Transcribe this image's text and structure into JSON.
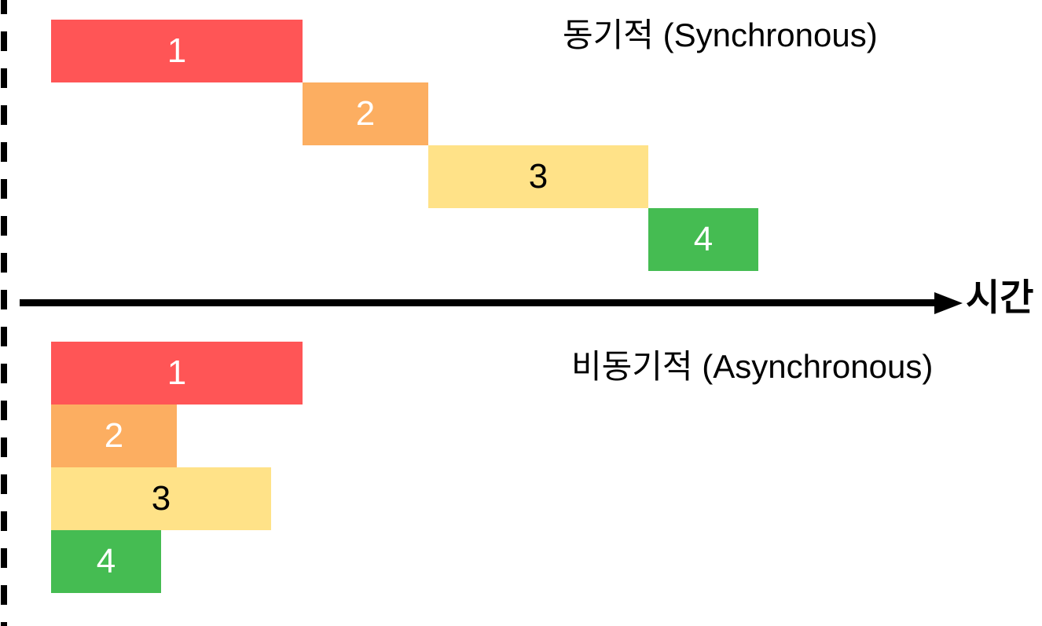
{
  "sync": {
    "title": "동기적 (Synchronous)",
    "tasks": [
      {
        "label": "1",
        "color": "#FF5556",
        "text_color": "#FFFFFF",
        "start": 0,
        "duration": 320
      },
      {
        "label": "2",
        "color": "#FCAE61",
        "text_color": "#FFFFFF",
        "start": 320,
        "duration": 160
      },
      {
        "label": "3",
        "color": "#FFE288",
        "text_color": "#000000",
        "start": 480,
        "duration": 280
      },
      {
        "label": "4",
        "color": "#45BC52",
        "text_color": "#FFFFFF",
        "start": 760,
        "duration": 140
      }
    ]
  },
  "async": {
    "title": "비동기적 (Asynchronous)",
    "tasks": [
      {
        "label": "1",
        "color": "#FF5556",
        "text_color": "#FFFFFF",
        "start": 0,
        "duration": 320
      },
      {
        "label": "2",
        "color": "#FCAE61",
        "text_color": "#FFFFFF",
        "start": 0,
        "duration": 160
      },
      {
        "label": "3",
        "color": "#FFE288",
        "text_color": "#000000",
        "start": 0,
        "duration": 280
      },
      {
        "label": "4",
        "color": "#45BC52",
        "text_color": "#FFFFFF",
        "start": 0,
        "duration": 140
      }
    ]
  },
  "axis": {
    "label": "시간"
  },
  "colors": {
    "red": "#FF5556",
    "orange": "#FCAE61",
    "yellow": "#FFE288",
    "green": "#45BC52",
    "axis": "#000000"
  }
}
